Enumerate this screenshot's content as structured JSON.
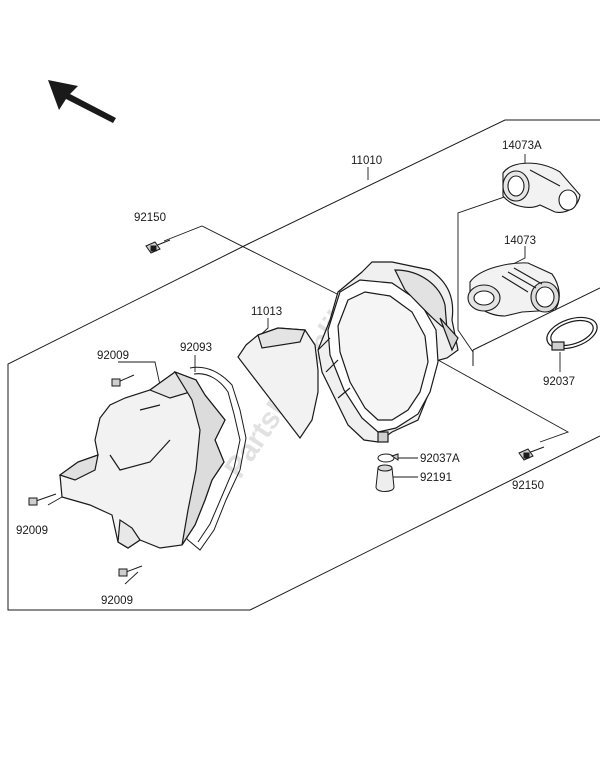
{
  "watermark": "PartsRepublik",
  "colors": {
    "line": "#1a1a1a",
    "part_fill": "#f2f2f2",
    "shade": "#bdbdbd",
    "watermark": "#c9c9c9"
  },
  "icons": {
    "direction_arrow": "arrow-up-left-icon"
  },
  "labels": {
    "l11010": "11010",
    "l14073a": "14073A",
    "l14073": "14073",
    "l92150_top": "92150",
    "l11013": "11013",
    "l92093": "92093",
    "l92009_top": "92009",
    "l92037": "92037",
    "l92037a": "92037A",
    "l92191": "92191",
    "l92150_bottom": "92150",
    "l92009_left": "92009",
    "l92009_bottom": "92009"
  }
}
